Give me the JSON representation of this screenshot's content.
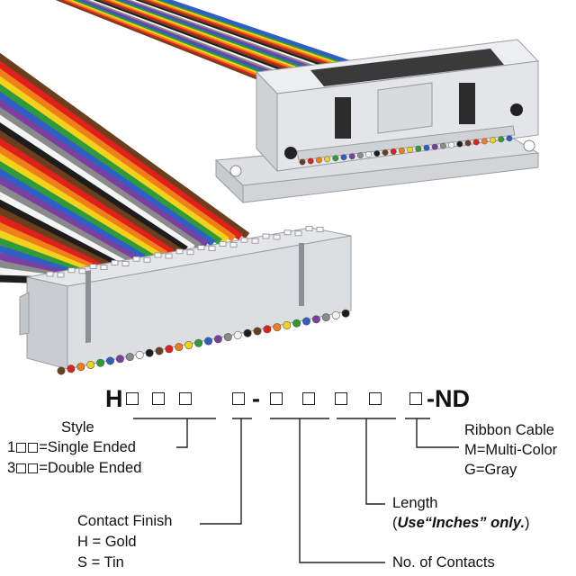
{
  "part_number": {
    "prefix": "H",
    "dash_1": "-",
    "suffix": "-ND"
  },
  "style": {
    "title": "Style",
    "option_1_prefix": "1",
    "option_1_label": "=Single Ended",
    "option_2_prefix": "3",
    "option_2_label": "=Double Ended"
  },
  "contact_finish": {
    "title": "Contact Finish",
    "gold": "H = Gold",
    "tin": "S = Tin"
  },
  "contacts": {
    "title": "No. of Contacts"
  },
  "length": {
    "title": "Length",
    "note_open": "(",
    "note_use": "Use",
    "note_inches": "“Inches”",
    "note_only": " only.",
    "note_close": ")"
  },
  "ribbon_cable": {
    "title": "Ribbon Cable",
    "multi": "M=Multi-Color",
    "gray": "G=Gray"
  },
  "colors": {
    "wire_sequence": [
      "#6b3e1e",
      "#e0201b",
      "#f07f19",
      "#f3d21c",
      "#2f9a3a",
      "#2f5fc4",
      "#7a3fa0",
      "#8a8a8a",
      "#f4f4f4",
      "#1d1d1d"
    ],
    "connector_body": "#e2e4e6",
    "line": "#222222"
  }
}
